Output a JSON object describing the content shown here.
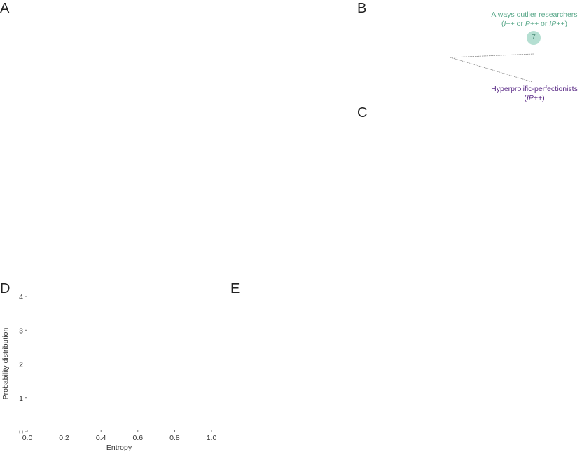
{
  "panels": {
    "a": "A",
    "b": "B",
    "c": "C",
    "d": "D",
    "e": "E"
  },
  "annotations": {
    "always_outlier": {
      "title": "Always outlier researchers",
      "open": "(",
      "i": "I++",
      "or1": " or ",
      "p": "P++",
      "or2": " or ",
      "ip": "IP++",
      "close": ")"
    },
    "badge": "7",
    "hyperprolific": {
      "title": "Hyperprolific-perfectionists",
      "open": "(",
      "ip": "IP++",
      "close": ")"
    }
  },
  "colors": {
    "always_outlier": "#5aa88a",
    "badge_fill": "#b5dfd2",
    "hyperprolific": "#5a2a86",
    "connector": "#888888"
  },
  "chart_data": {
    "type": "line",
    "xlabel": "Entropy",
    "ylabel": "Probability distribution",
    "xlim": [
      0.0,
      1.0
    ],
    "ylim": [
      0,
      4
    ],
    "x_ticks": [
      "0.0",
      "0.2",
      "0.4",
      "0.6",
      "0.8",
      "1.0"
    ],
    "y_ticks": [
      "0",
      "1",
      "2",
      "3",
      "4"
    ],
    "series": [],
    "grid": false
  }
}
